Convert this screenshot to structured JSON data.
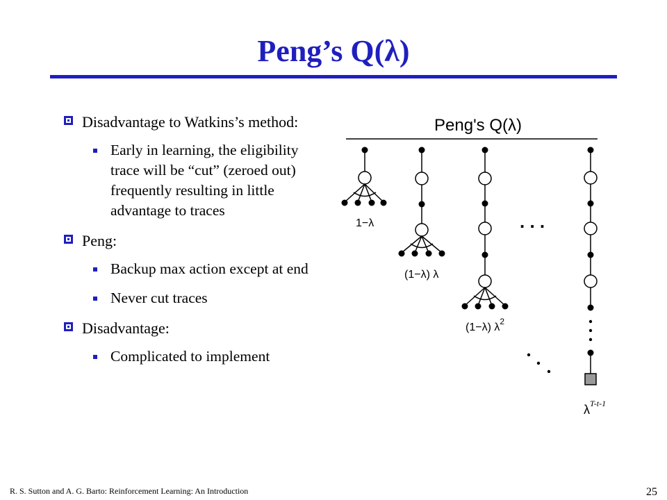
{
  "slide": {
    "title": "Peng’s Q(λ)",
    "bullets": [
      {
        "text": "Disadvantage to Watkins’s method:",
        "subs": [
          "Early in learning, the eligibility trace will be “cut” (zeroed out) frequently resulting in little advantage to traces"
        ]
      },
      {
        "text": "Peng:",
        "subs": [
          "Backup max action except at end",
          "Never cut traces"
        ]
      },
      {
        "text": "Disadvantage:",
        "subs": [
          "Complicated to implement"
        ]
      }
    ],
    "footer": "R. S. Sutton and A. G. Barto: Reinforcement Learning: An Introduction",
    "page_number": "25"
  },
  "figure": {
    "title": "Peng's Q(λ)",
    "weights": [
      "1−λ",
      "(1−λ) λ",
      "(1−λ) λ",
      "λ"
    ],
    "exponents": [
      "",
      "",
      "2",
      "T-t-1"
    ],
    "ellipsis_h": ". . .",
    "ellipsis_v": ":",
    "ellipsis_d": ". . ."
  }
}
